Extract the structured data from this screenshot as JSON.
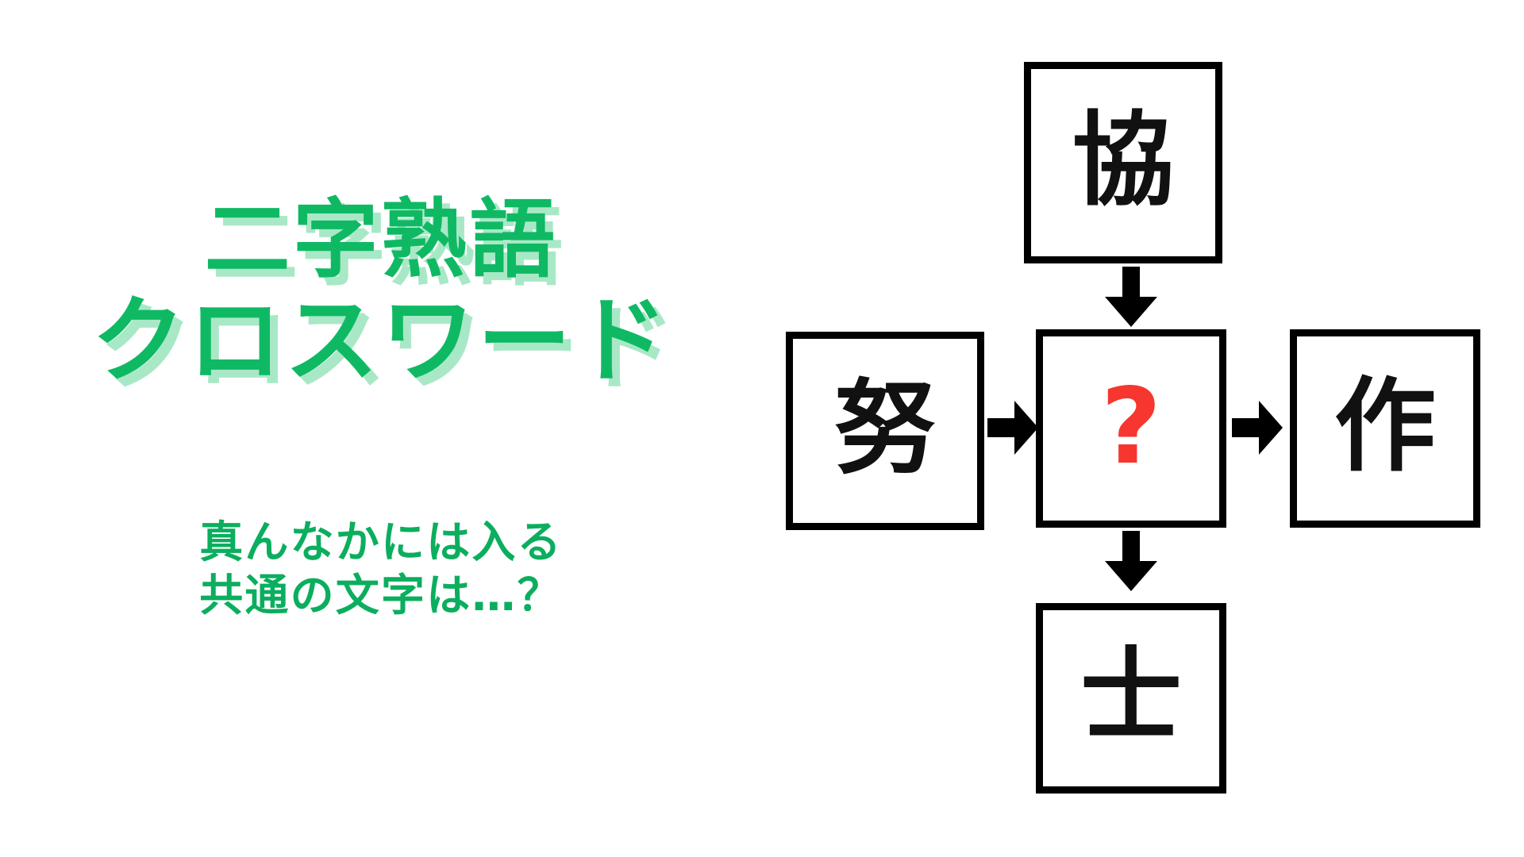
{
  "theme": {
    "background": "#ffffff",
    "title_color": "#0fb964",
    "title_shadow_color": "#a9e8c6",
    "subtitle_color": "#0bae5e",
    "box_border_color": "#000000",
    "glyph_color": "#111111",
    "unknown_color": "#f6362f",
    "arrow_color": "#000000"
  },
  "header": {
    "title_line_1": "二字熟語",
    "title_line_2": "クロスワード",
    "subtitle_line_1": "真んなかには入る",
    "subtitle_line_2": "共通の文字は…？"
  },
  "puzzle": {
    "cells": {
      "top": {
        "label": "協",
        "position": "top",
        "is_unknown": false
      },
      "left": {
        "label": "努",
        "position": "left",
        "is_unknown": false
      },
      "center": {
        "label": "?",
        "position": "center",
        "is_unknown": true
      },
      "right": {
        "label": "作",
        "position": "right",
        "is_unknown": false
      },
      "bottom": {
        "label": "士",
        "position": "bottom",
        "is_unknown": false
      }
    },
    "arrows": [
      {
        "name": "arrow-top-to-center",
        "direction": "down",
        "from": "top",
        "to": "center"
      },
      {
        "name": "arrow-left-to-center",
        "direction": "right",
        "from": "left",
        "to": "center"
      },
      {
        "name": "arrow-center-to-right",
        "direction": "right",
        "from": "center",
        "to": "right"
      },
      {
        "name": "arrow-center-to-bottom",
        "direction": "down",
        "from": "center",
        "to": "bottom"
      }
    ]
  }
}
